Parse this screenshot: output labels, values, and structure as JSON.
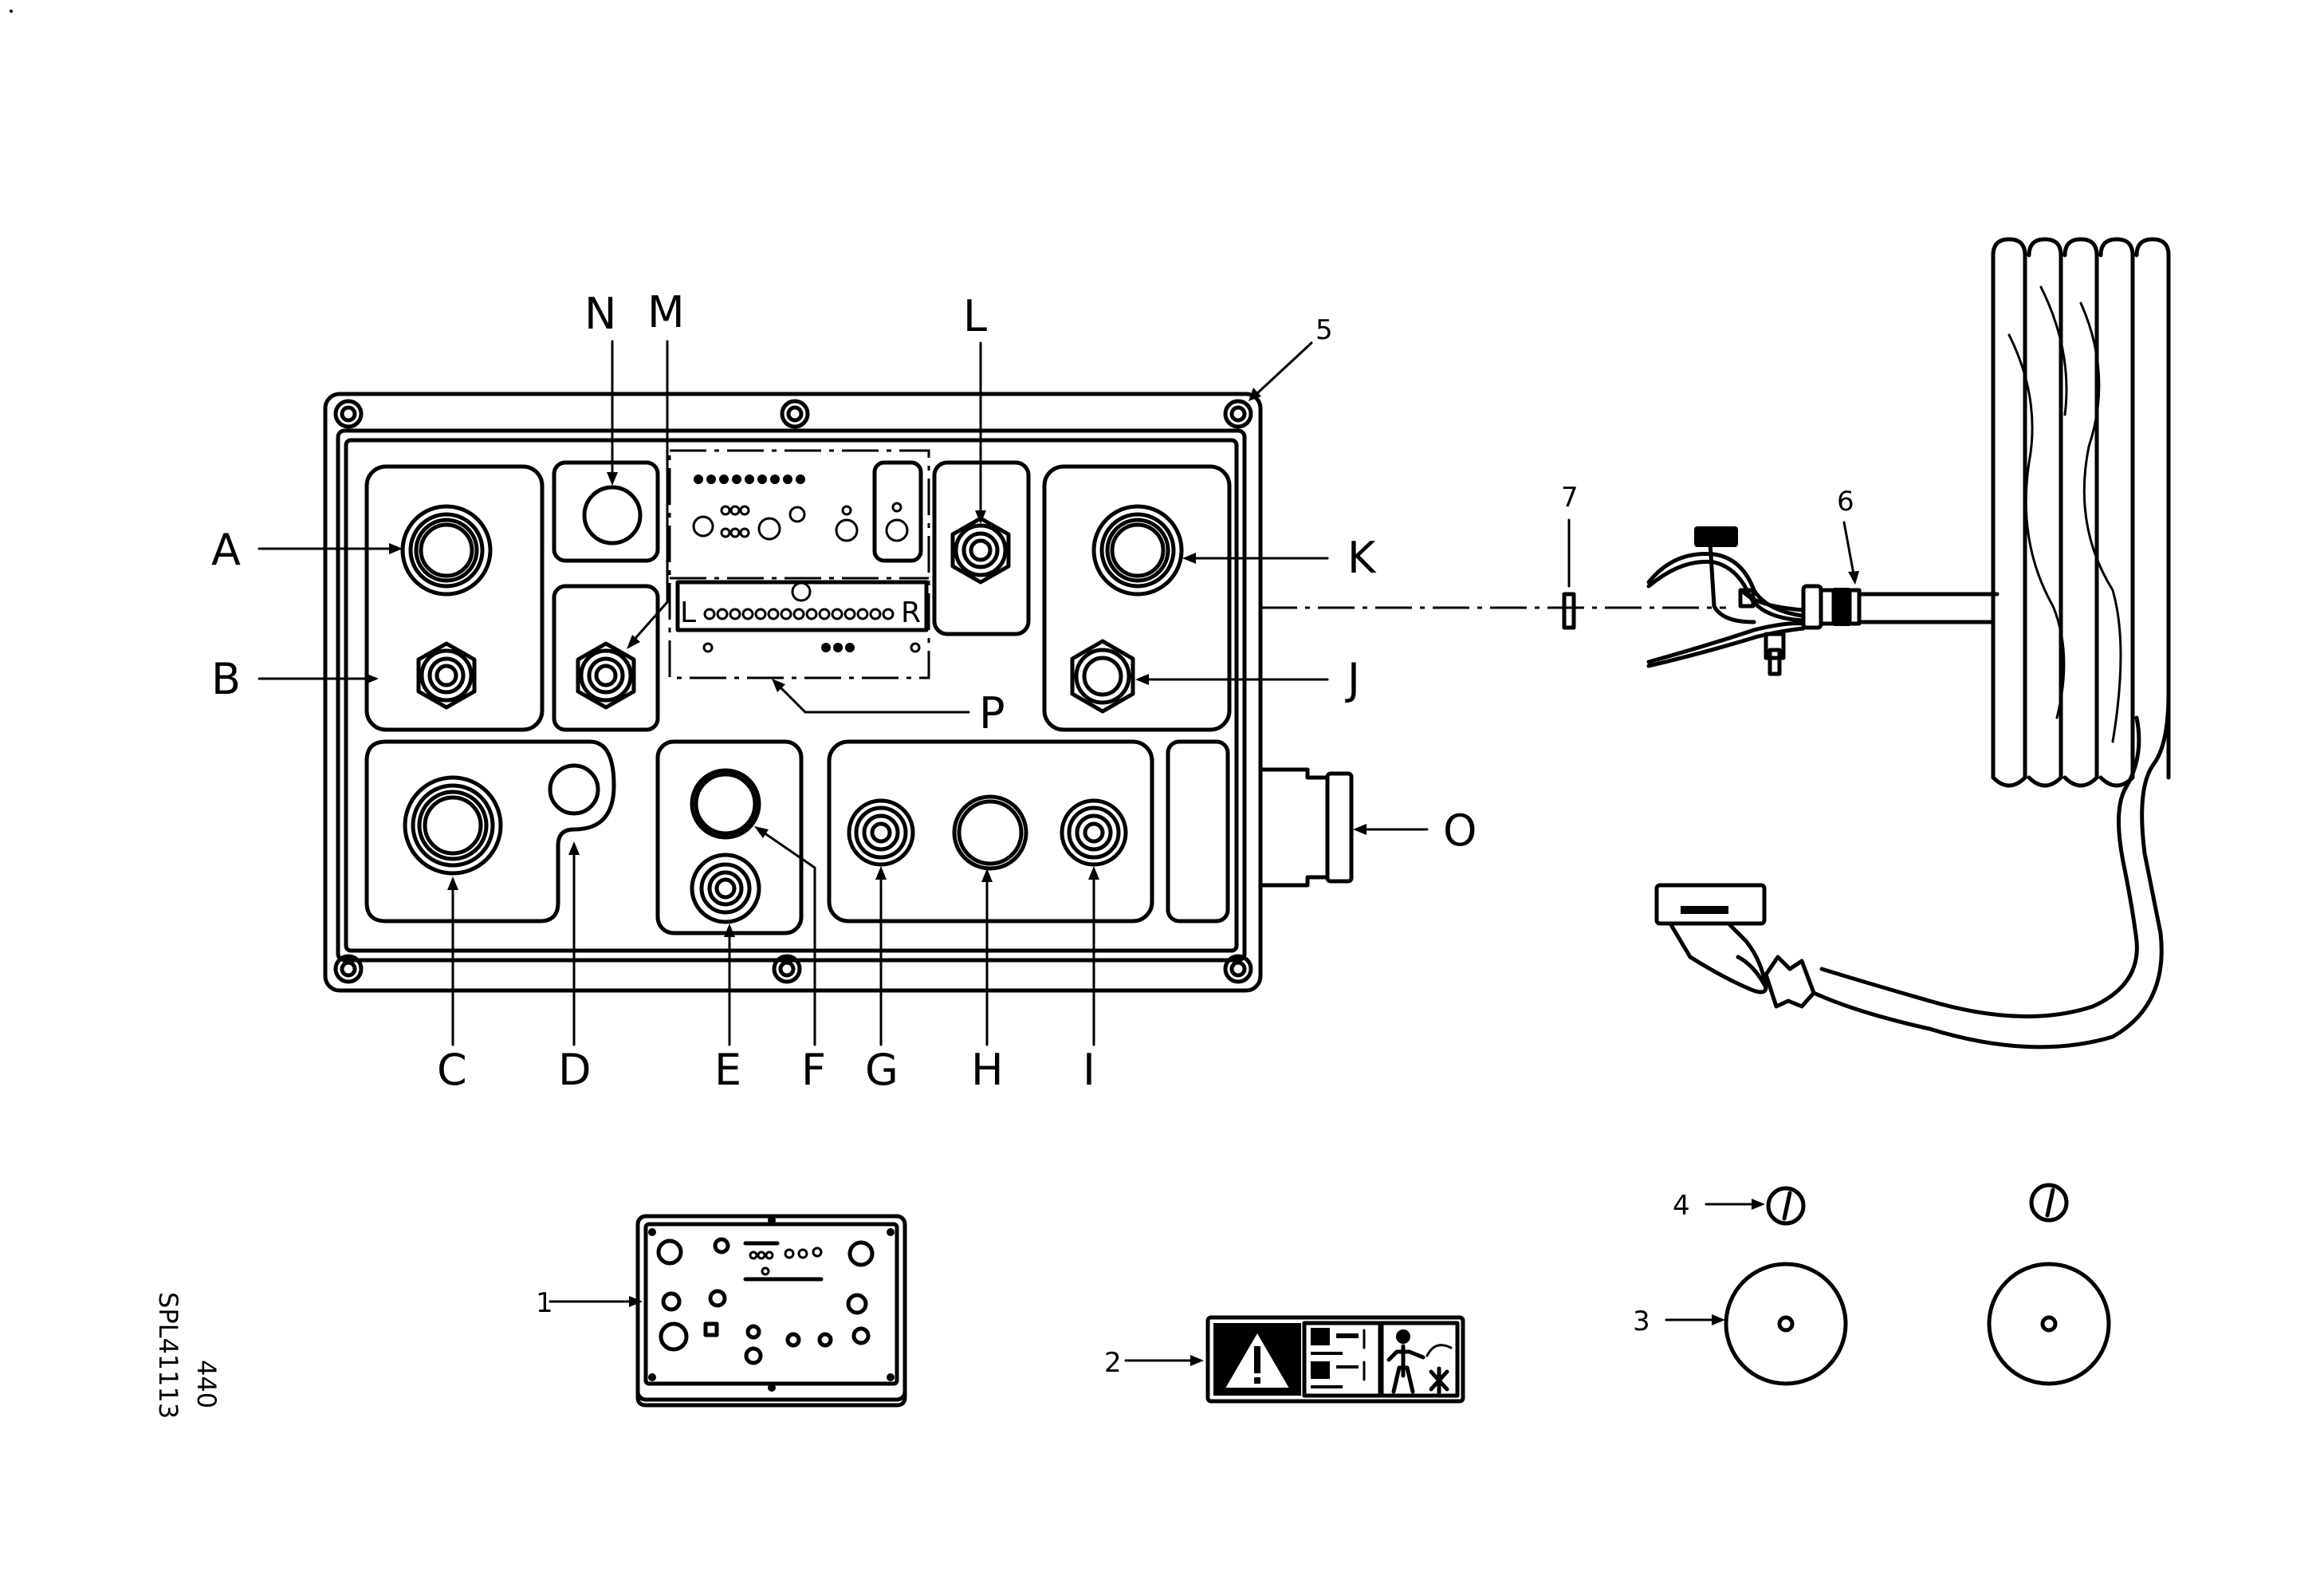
{
  "labels": {
    "A": "A",
    "B": "B",
    "C": "C",
    "D": "D",
    "E": "E",
    "F": "F",
    "G": "G",
    "H": "H",
    "I": "I",
    "J": "J",
    "K": "K",
    "L": "L",
    "M": "M",
    "N": "N",
    "O": "O",
    "P": "P"
  },
  "strip": {
    "left": "L",
    "right": "R"
  },
  "parts": {
    "p1": "1",
    "p2": "2",
    "p3": "3",
    "p4": "4",
    "p5": "5",
    "p6": "6",
    "p7": "7"
  },
  "drawing_code": {
    "line1": "SPL41113",
    "line2": "440"
  }
}
